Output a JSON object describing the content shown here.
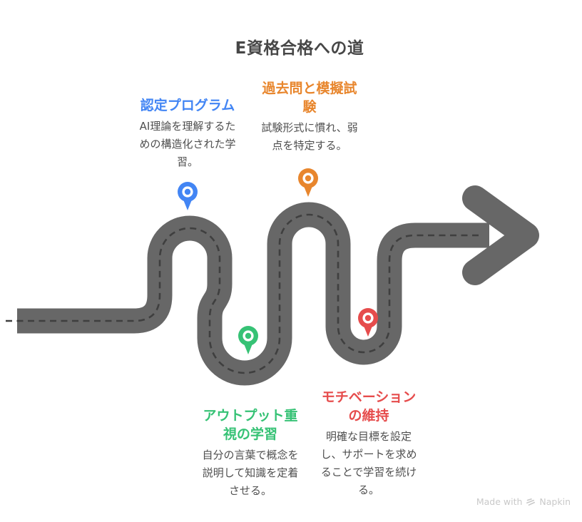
{
  "title": "E資格合格への道",
  "milestones": [
    {
      "heading": "認定プログラム",
      "body": "AI理論を理解するた\nめの構造化された学\n習。",
      "color": "#4285f4"
    },
    {
      "heading": "過去問と模擬試\n験",
      "body": "試験形式に慣れ、弱\n点を特定する。",
      "color": "#e8862d"
    },
    {
      "heading": "アウトプット重\n視の学習",
      "body": "自分の言葉で概念を\n説明して知識を定着\nさせる。",
      "color": "#36c275"
    },
    {
      "heading": "モチベーション\nの維持",
      "body": "明確な目標を設定\nし、サポートを求め\nることで学習を続け\nる。",
      "color": "#e64c4c"
    }
  ],
  "road": {
    "color": "#676767",
    "dash_color": "#3f3f3f"
  },
  "icons": {
    "milestone_marker": "map-pin-icon",
    "footer_brand": "napkin-logo-icon"
  },
  "footer": {
    "made_with": "Made with",
    "brand": "Napkin",
    "color": "#c9c9c9"
  }
}
